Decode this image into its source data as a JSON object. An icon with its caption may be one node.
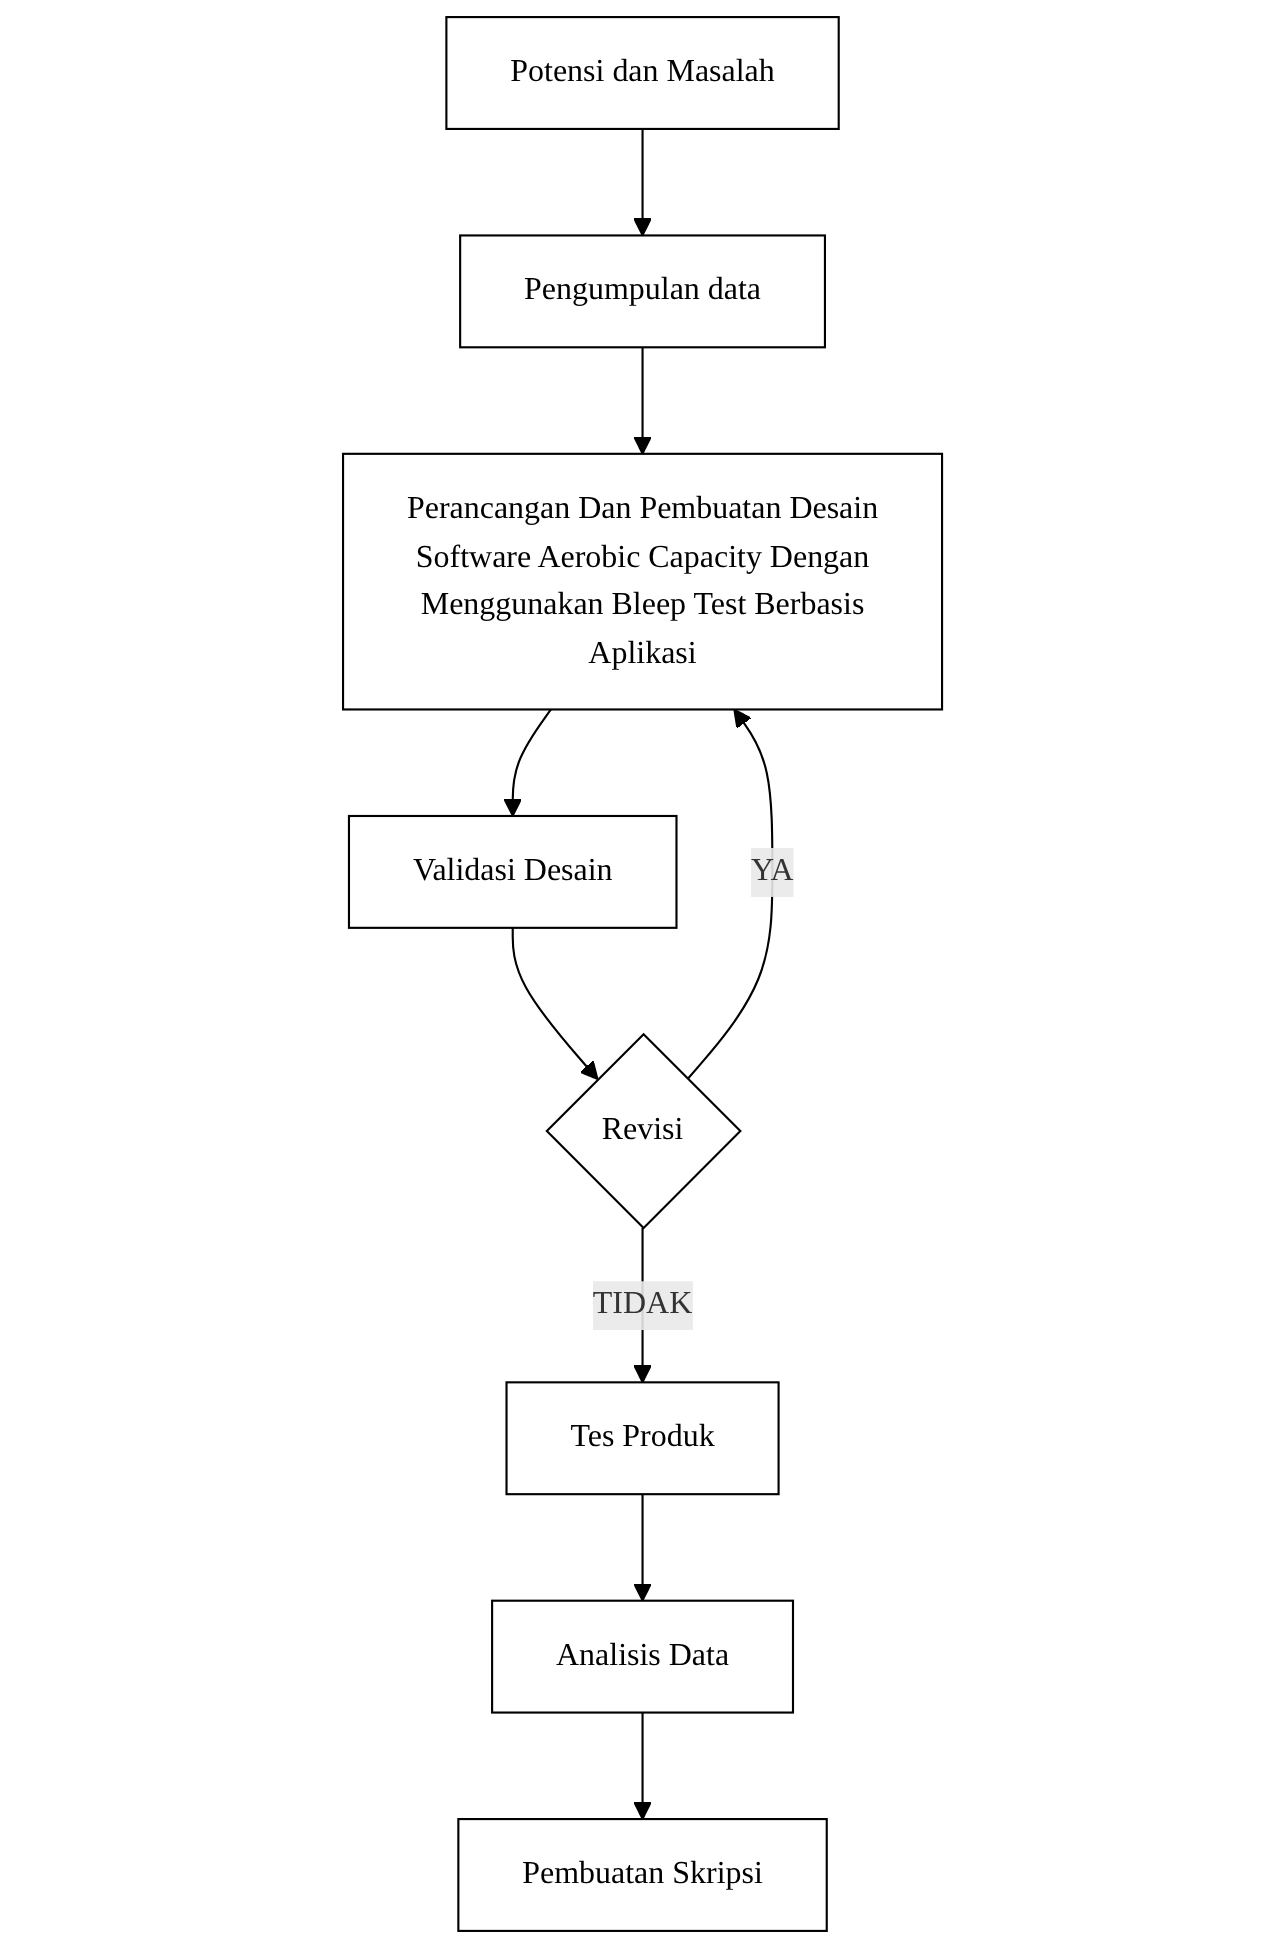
{
  "diagram": {
    "nodes": [
      {
        "text": [
          "Potensi dan Masalah"
        ]
      },
      {
        "text": [
          "Pengumpulan data"
        ]
      },
      {
        "text": [
          "Perancangan Dan Pembuatan Desain Software Aerobic Capacity Dengan Menggunakan Bleep Test Berbasis Aplikasi"
        ]
      },
      {
        "text": [
          "Validasi Desain"
        ]
      },
      {
        "text": [
          "Revisi"
        ]
      },
      {
        "text": [
          "Tes  Produk"
        ]
      },
      {
        "text": [
          "Analisis Data"
        ]
      },
      {
        "text": [
          "Pembuatan Skripsi"
        ]
      }
    ],
    "edges": [
      {
        "from": 0,
        "to": 1,
        "arrow": "to"
      },
      {
        "from": 1,
        "to": 2,
        "arrow": "to"
      },
      {
        "from": 2,
        "to": 3,
        "arrow": "to"
      },
      {
        "from": 3,
        "to": 4,
        "arrow": "to"
      },
      {
        "from": 4,
        "to": 2,
        "arrow": "to",
        "label": "YA"
      },
      {
        "from": 4,
        "to": 5,
        "arrow": "to",
        "label": "TIDAK"
      },
      {
        "from": 5,
        "to": 6,
        "arrow": "to"
      },
      {
        "from": 6,
        "to": 7,
        "arrow": "to"
      }
    ]
  }
}
